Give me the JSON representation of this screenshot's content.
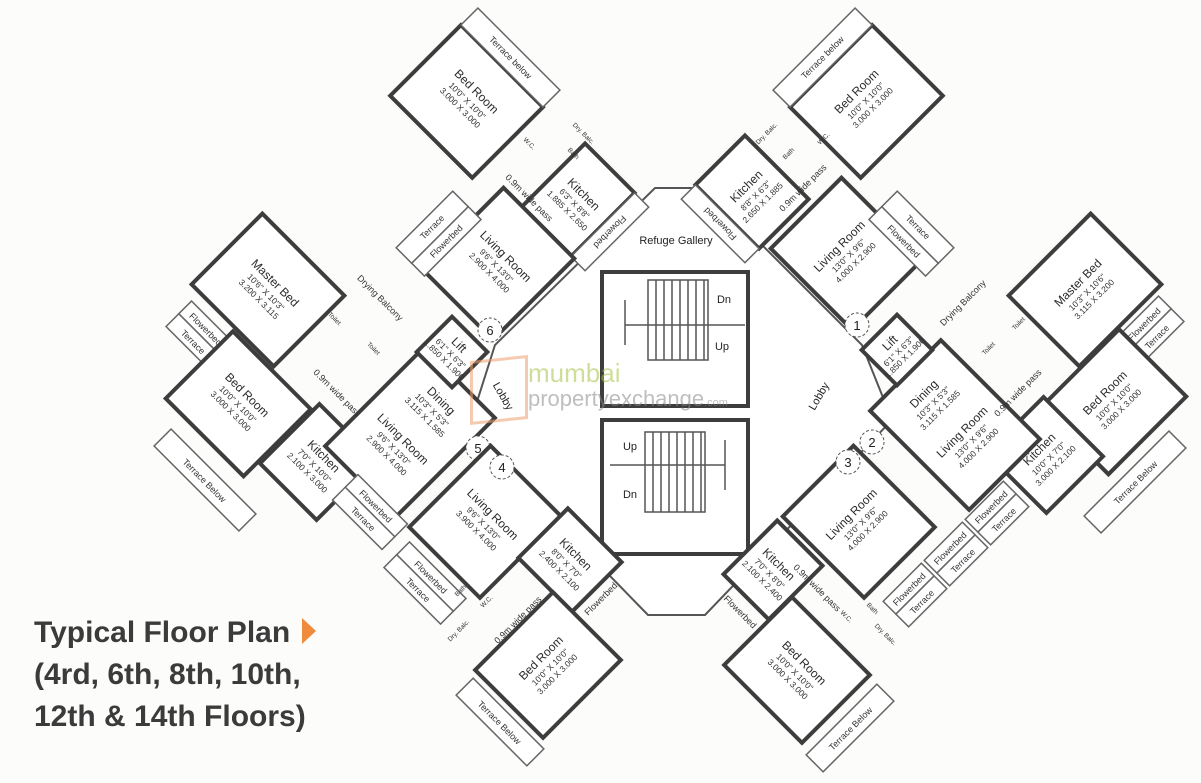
{
  "title": {
    "line1": "Typical Floor Plan",
    "line2": "(4rd, 6th, 8th, 10th,",
    "line3": "12th & 14th Floors)"
  },
  "accent_color": "#f08a3c",
  "watermark": {
    "line1": "mumbai",
    "line2": "propertyexchange",
    "suffix": ".com"
  },
  "core": {
    "refuge": "Refuge Gallery",
    "lobby_right": "Lobby",
    "lobby_left": "Lobby",
    "stair_top": {
      "dn": "Dn",
      "up": "Up"
    },
    "stair_bottom": {
      "up": "Up",
      "dn": "Dn"
    }
  },
  "flats": {
    "f6": {
      "number": "6",
      "bed": {
        "name": "Bed Room",
        "imp": "10'0\" X 10'0\"",
        "met": "3.000 X 3.000"
      },
      "kitchen": {
        "name": "Kitchen",
        "imp": "6'3\" X 8'8\"",
        "met": "1.885 X 2.650"
      },
      "living": {
        "name": "Living Room",
        "imp": "9'6\" X 13'0\"",
        "met": "2.900 X 4.000"
      },
      "terrace_below": "Terrace below",
      "terrace": "Terrace",
      "flowerbed": "Flowerbed",
      "flowerbed2": "Flowerbed",
      "pass": "0.9m wide pass",
      "wc": "W.C.",
      "bath": "Bath",
      "dry": "Dry. Balc."
    },
    "f1": {
      "number": "1",
      "bed": {
        "name": "Bed Room",
        "imp": "10'0\" X 10'0\"",
        "met": "3.000 X 3.000"
      },
      "kitchen": {
        "name": "Kitchen",
        "imp": "8'8\" X 6'3\"",
        "met": "2.650 X 1.885"
      },
      "living": {
        "name": "Living Room",
        "imp": "13'0\" X 9'6\"",
        "met": "4.000 X 2.900"
      },
      "terrace_below": "Terrace below",
      "terrace": "Terrace",
      "flowerbed": "Flowerbed",
      "flowerbed2": "Flowerbed",
      "pass": "0.9m wide pass",
      "wc": "W.C.",
      "bath": "Bath",
      "dry": "Dry. Balc."
    },
    "f5": {
      "number": "5",
      "master": {
        "name": "Master Bed",
        "imp": "10'6\" X 10'3\"",
        "met": "3.200 X 3.115"
      },
      "bed": {
        "name": "Bed Room",
        "imp": "10'0\" X 10'0\"",
        "met": "3.000 X 3.000"
      },
      "kitchen": {
        "name": "Kitchen",
        "imp": "7'0\" X 10'0\"",
        "met": "2.100 X 3.000"
      },
      "dining": {
        "name": "Dining",
        "imp": "10'3\" X 5'3\"",
        "met": "3.115 X 1.585"
      },
      "living": {
        "name": "Living Room",
        "imp": "9'6\" X 13'0\"",
        "met": "2.900 X 4.000"
      },
      "lift": {
        "name": "Lift",
        "imp": "6'1\" X 6'3\"",
        "met": "1.850 X 1.900"
      },
      "terrace_below": "Terrace Below",
      "terrace": "Terrace",
      "terrace2": "Terrace",
      "flowerbed": "Flowerbed",
      "flowerbed2": "Flowerbed",
      "drying": "Drying Balcony",
      "toilet": "Toilet",
      "toilet2": "Toilet",
      "pass": "0.9m wide pass"
    },
    "f2": {
      "number": "2",
      "master": {
        "name": "Master Bed",
        "imp": "10'3\" X 10'6\"",
        "met": "3.115 X 3.200"
      },
      "bed": {
        "name": "Bed Room",
        "imp": "10'0\" X 10'0\"",
        "met": "3.000 X 3.000"
      },
      "kitchen": {
        "name": "Kitchen",
        "imp": "10'0\" X 7'0\"",
        "met": "3.000 X 2.100"
      },
      "dining": {
        "name": "Dining",
        "imp": "10'3\" X 5'3\"",
        "met": "3.115 X 1.585"
      },
      "living": {
        "name": "Living Room",
        "imp": "13'0\" X 9'6\"",
        "met": "4.000 X 2.900"
      },
      "lift": {
        "name": "Lift",
        "imp": "6'1\" X 6'3\"",
        "met": "1.850 X 1.900"
      },
      "terrace_below": "Terrace Below",
      "terrace": "Terrace",
      "terrace2": "Terrace",
      "flowerbed": "Flowerbed",
      "flowerbed2": "Flowerbed",
      "drying": "Drying Balcony",
      "toilet": "Toilet",
      "toilet2": "Toilet",
      "pass": "0.9m wide pass"
    },
    "f4": {
      "number": "4",
      "bed": {
        "name": "Bed Room",
        "imp": "10'0\" X 10'0\"",
        "met": "3.000 X 3.000"
      },
      "kitchen": {
        "name": "Kitchen",
        "imp": "8'0\" X 7'0\"",
        "met": "2.400 X 2.100"
      },
      "living": {
        "name": "Living Room",
        "imp": "9'6\" X 13'0\"",
        "met": "3.900 X 4.000"
      },
      "terrace_below": "Terrace Below",
      "terrace": "Terrace",
      "flowerbed": "Flowerbed",
      "flowerbed2": "Flowerbed",
      "pass": "0.9m wide pass",
      "wc": "W.C.",
      "bath": "Bath",
      "dry": "Dry. Balc."
    },
    "f3": {
      "number": "3",
      "bed": {
        "name": "Bed Room",
        "imp": "10'0\" X 10'0\"",
        "met": "3.000 X 3.000"
      },
      "kitchen": {
        "name": "Kitchen",
        "imp": "7'0\" X 8'0\"",
        "met": "2.100 X 2.400"
      },
      "living": {
        "name": "Living Room",
        "imp": "13'0\" X 9'6\"",
        "met": "4.000 X 2.900"
      },
      "terrace_below": "Terrace Below",
      "terrace": "Terrace",
      "terrace2": "Terrace",
      "flowerbed": "Flowerbed",
      "flowerbed2": "Flowerbed",
      "flowerbed3": "Flowerbed",
      "pass": "0.9m wide pass",
      "wc": "W.C.",
      "bath": "Bath",
      "dry": "Dry. Balc."
    }
  }
}
